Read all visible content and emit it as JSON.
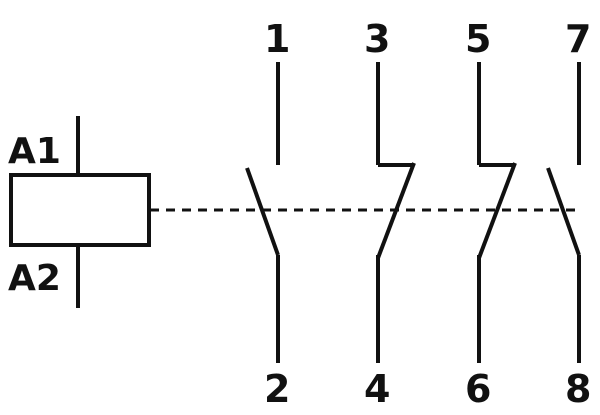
{
  "coil": {
    "terminal_top": "A1",
    "terminal_bottom": "A2"
  },
  "contacts": [
    {
      "top": "1",
      "bottom": "2",
      "type": "normally-open"
    },
    {
      "top": "3",
      "bottom": "4",
      "type": "normally-closed"
    },
    {
      "top": "5",
      "bottom": "6",
      "type": "normally-closed"
    },
    {
      "top": "7",
      "bottom": "8",
      "type": "normally-open"
    }
  ],
  "colors": {
    "line": "#111111",
    "background": "#ffffff"
  }
}
